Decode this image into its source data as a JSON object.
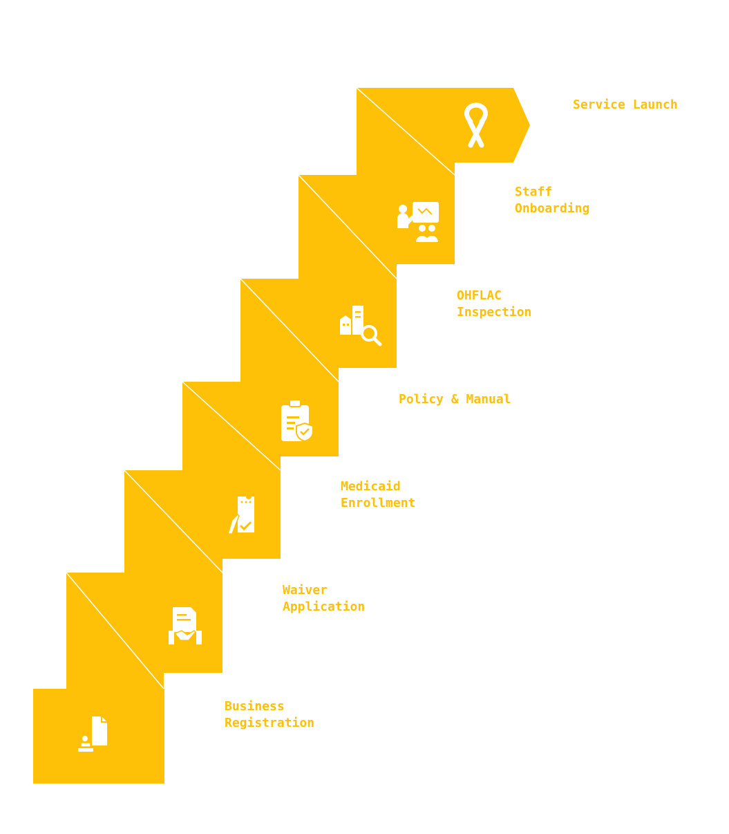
{
  "title": "",
  "colors": {
    "block": "#FFC107",
    "block_dark": "#FFC107",
    "divider": "#ffffff",
    "icon": "#ffffff",
    "label": "#FFC107",
    "background": "#ffffff"
  },
  "steps": [
    {
      "label": "Business Registration",
      "icon": "stamp-document-icon",
      "description": ""
    },
    {
      "label": "Waiver Application",
      "icon": "handshake-document-icon",
      "description": ""
    },
    {
      "label": "Medicaid Enrollment",
      "icon": "signing-document-icon",
      "description": ""
    },
    {
      "label": "Policy & Manual",
      "icon": "clipboard-check-icon",
      "description": ""
    },
    {
      "label": "OHFLAC Inspection",
      "icon": "building-search-icon",
      "description": ""
    },
    {
      "label": "Staff Onboarding",
      "icon": "training-presentation-icon",
      "description": ""
    },
    {
      "label": "Service Launch",
      "icon": "ribbon-icon",
      "description": ""
    }
  ]
}
